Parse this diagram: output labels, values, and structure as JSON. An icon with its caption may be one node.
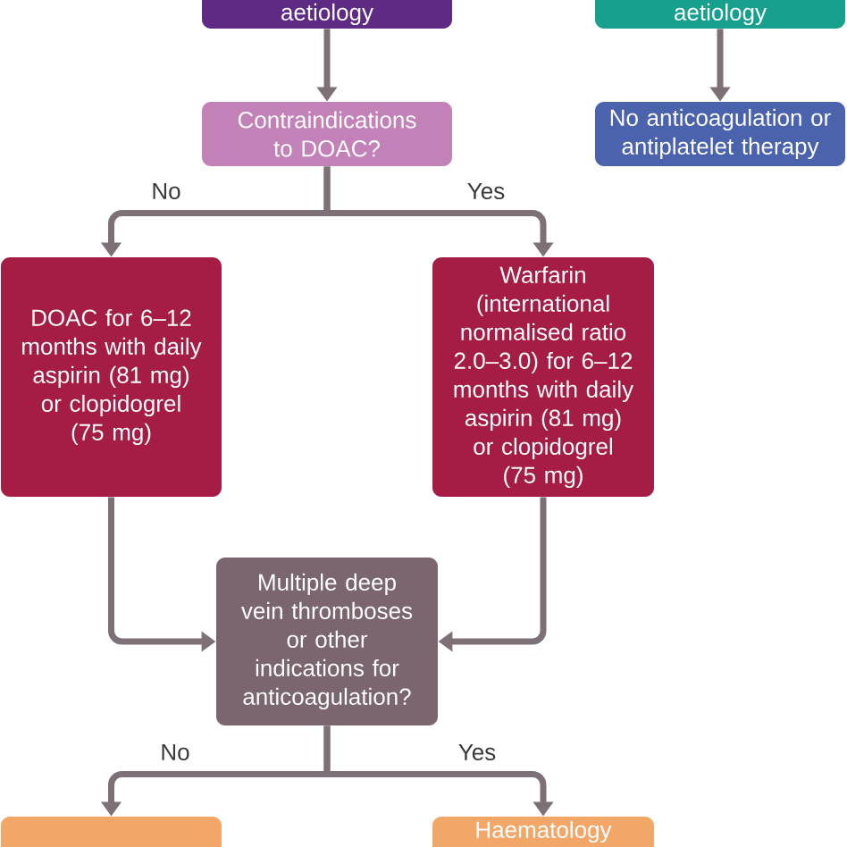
{
  "diagram": {
    "nodes": [
      {
        "text": [
          "aetiology"
        ]
      },
      {
        "text": [
          "aetiology"
        ]
      },
      {
        "text": [
          "Contraindications to DOAC?"
        ]
      },
      {
        "text": [
          "No anticoagulation or antiplatelet therapy"
        ]
      },
      {
        "text": [
          "DOAC for 6–12 months with daily aspirin (81 mg) or clopidogrel (75 mg)"
        ]
      },
      {
        "text": [
          "Warfarin (international normalised ratio 2.0–3.0) for 6–12 months with daily aspirin (81 mg) or clopidogrel (75 mg)"
        ]
      },
      {
        "text": [
          "Multiple deep vein thromboses or other indications for anticoagulation?"
        ]
      },
      {
        "text": [],
        "shape": "box"
      },
      {
        "text": [
          "Haematology"
        ]
      }
    ],
    "edges": [
      {
        "from": 0,
        "to": 2,
        "arrow": "to"
      },
      {
        "from": 1,
        "to": 3,
        "arrow": "to"
      },
      {
        "from": 2,
        "to": 4,
        "arrow": "to",
        "label": "No"
      },
      {
        "from": 2,
        "to": 5,
        "arrow": "to",
        "label": "Yes"
      },
      {
        "from": 4,
        "to": 6,
        "arrow": "to"
      },
      {
        "from": 5,
        "to": 6,
        "arrow": "to"
      },
      {
        "from": 6,
        "to": 7,
        "arrow": "to",
        "label": "No"
      },
      {
        "from": 6,
        "to": 8,
        "arrow": "to",
        "label": "Yes"
      }
    ]
  }
}
